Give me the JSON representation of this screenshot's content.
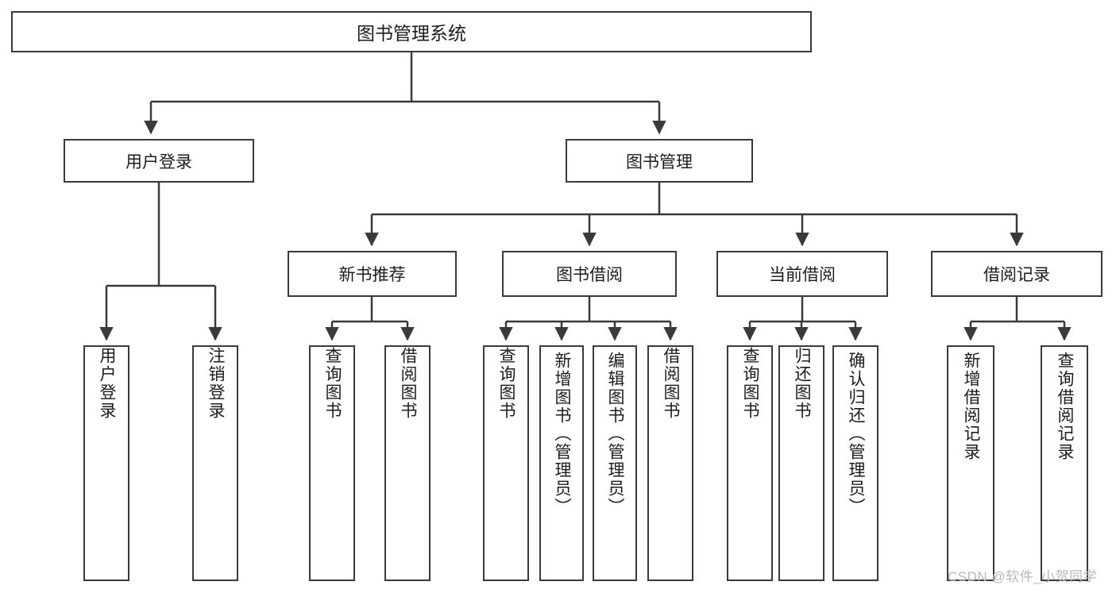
{
  "diagram": {
    "title": "图书管理系统",
    "type": "hierarchy-tree",
    "root": {
      "label": "图书管理系统"
    },
    "tier2": [
      {
        "label": "用户登录"
      },
      {
        "label": "图书管理"
      }
    ],
    "tier3": [
      {
        "label": "新书推荐"
      },
      {
        "label": "图书借阅"
      },
      {
        "label": "当前借阅"
      },
      {
        "label": "借阅记录"
      }
    ],
    "leaves": [
      {
        "label": "用户登录",
        "parent": "用户登录"
      },
      {
        "label": "注销登录",
        "parent": "用户登录"
      },
      {
        "label": "查询图书",
        "parent": "新书推荐"
      },
      {
        "label": "借阅图书",
        "parent": "新书推荐"
      },
      {
        "label": "查询图书",
        "parent": "图书借阅"
      },
      {
        "label": "新增图书（管理员）",
        "parent": "图书借阅"
      },
      {
        "label": "编辑图书（管理员）",
        "parent": "图书借阅"
      },
      {
        "label": "借阅图书",
        "parent": "图书借阅"
      },
      {
        "label": "查询图书",
        "parent": "当前借阅"
      },
      {
        "label": "归还图书",
        "parent": "当前借阅"
      },
      {
        "label": "确认归还（管理员）",
        "parent": "当前借阅"
      },
      {
        "label": "新增借阅记录",
        "parent": "借阅记录"
      },
      {
        "label": "查询借阅记录",
        "parent": "借阅记录"
      }
    ],
    "watermark": "CSDN @软件_小贺同学",
    "colors": {
      "border": "#3a3a3a",
      "text": "#1c1c1c",
      "background": "#ffffff",
      "watermark": "#b8b8b8"
    }
  }
}
